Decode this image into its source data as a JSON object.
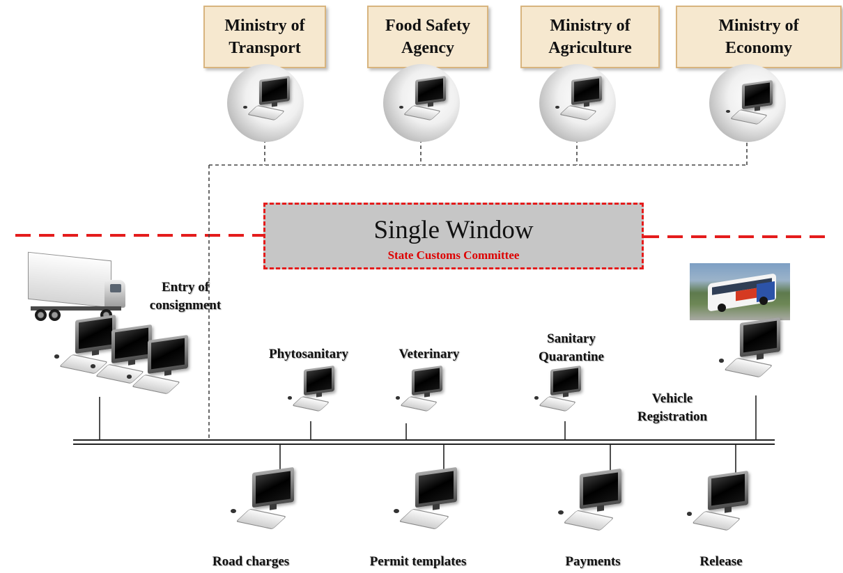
{
  "ministries": [
    {
      "label": "Ministry of\nTransport"
    },
    {
      "label": "Food Safety\nAgency"
    },
    {
      "label": "Ministry of\nAgriculture"
    },
    {
      "label": "Ministry of\nEconomy"
    }
  ],
  "single_window": {
    "title": "Single Window",
    "subtitle": "State Customs Committee"
  },
  "upper_nodes": {
    "entry": "Entry of\nconsignment",
    "phytosanitary": "Phytosanitary",
    "veterinary": "Veterinary",
    "sanitary": "Sanitary\nQuarantine",
    "vehicle": "Vehicle\nRegistration"
  },
  "lower_nodes": {
    "road_charges": "Road charges",
    "permit_templates": "Permit templates",
    "payments": "Payments",
    "release": "Release"
  },
  "colors": {
    "ministry_fill": "#f6e8cf",
    "ministry_border": "#d8b47e",
    "dashed_red": "#e41c1c",
    "single_window_fill": "#c6c6c6",
    "subtitle_red": "#dd0000"
  },
  "icons": [
    "computer-icon",
    "truck-icon",
    "bus-photo"
  ]
}
